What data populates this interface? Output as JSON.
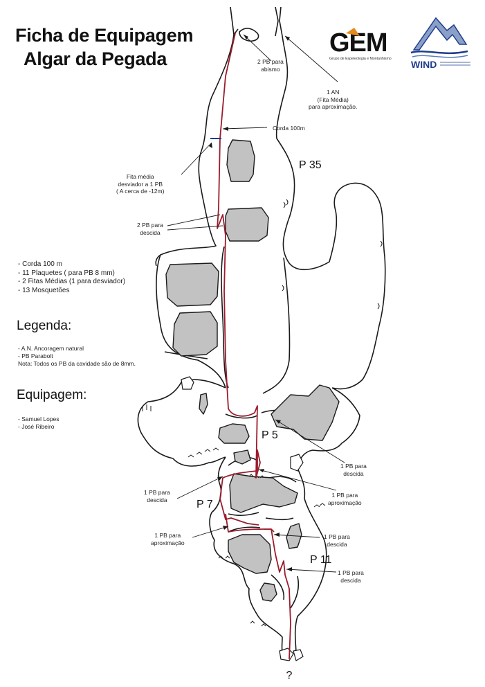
{
  "title": {
    "line1": "Ficha de Equipagem",
    "line2": "Algar da Pegada"
  },
  "logos": {
    "gem": {
      "text": "GEM",
      "subtitle": "Grupo de Espeleologia e Montanhismo",
      "color": "#111111",
      "accent": "#e58a1f"
    },
    "wind": {
      "text": "WIND",
      "color": "#1f3c8c"
    }
  },
  "materials": [
    "- Corda 100 m",
    "- 11 Plaquetes ( para PB 8 mm)",
    "- 2 Fitas Médias (1 para desviador)",
    "- 13 Mosquetões"
  ],
  "legend": {
    "heading": "Legenda:",
    "items": [
      "- A.N. Ancoragem natural",
      "- PB    Parabolt",
      "Nota: Todos os PB da cavidade são de 8mm."
    ]
  },
  "team": {
    "heading": "Equipagem:",
    "members": [
      "- Samuel Lopes",
      "- José Ribeiro"
    ]
  },
  "pitches": {
    "p35": "P 35",
    "p5": "P 5",
    "p7": "P 7",
    "p11": "P 11"
  },
  "annotations": {
    "pb_abismo": [
      "2 PB para",
      "abismo"
    ],
    "an": [
      "1 AN",
      "(Fita Média)",
      "para aproximação."
    ],
    "corda": [
      "Corda 100m"
    ],
    "fita_desviador": [
      "Fita média",
      "desviador a 1 PB",
      "( A cerca de -12m)"
    ],
    "pb_descida_1": [
      "2 PB para",
      "descida"
    ],
    "pb_descida_p5": [
      "1 PB para",
      "descida"
    ],
    "pb_descida_p7": [
      "1 PB para",
      "descida"
    ],
    "pb_aprox_1": [
      "1 PB para",
      "aproximação"
    ],
    "pb_aprox_2": [
      "1 PB para",
      "aproximação"
    ],
    "pb_descida_3": [
      "1 PB para",
      "descida"
    ],
    "pb_descida_4": [
      "1 PB para",
      "descida"
    ],
    "unknown": "?"
  },
  "colors": {
    "rope": "#9b1c2c",
    "rock": "#c2c2c2",
    "outline": "#1a1a1a",
    "ink": "#222222"
  }
}
